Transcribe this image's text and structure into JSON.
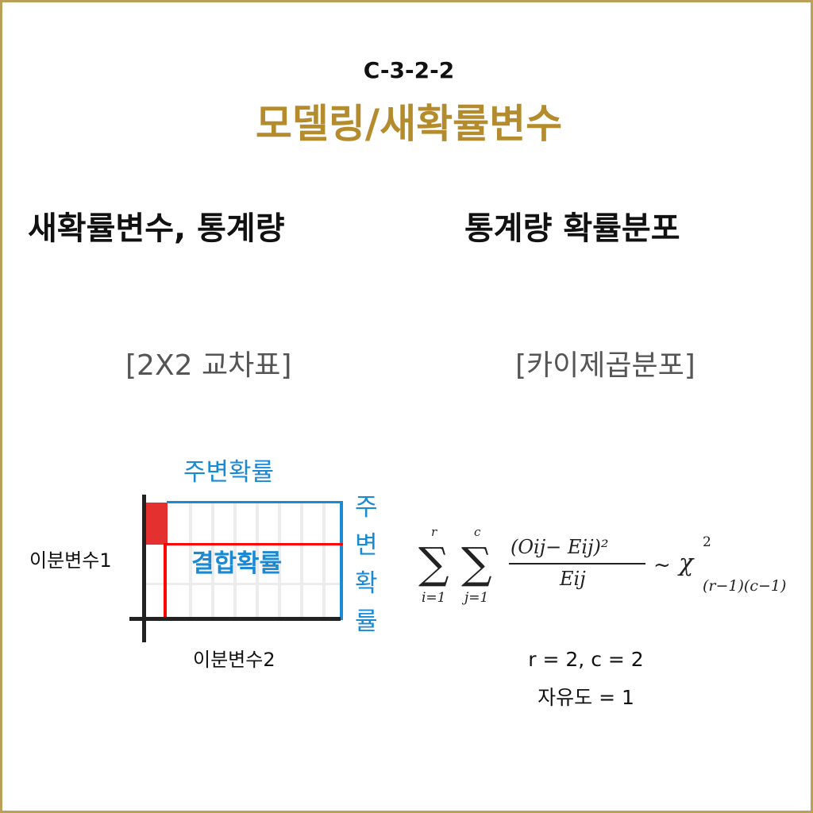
{
  "header": {
    "code": "C-3-2-2",
    "title": "모델링/새확률변수"
  },
  "left": {
    "heading": "새확률변수, 통계량",
    "subtitle": "[2X2 교차표]",
    "diagram": {
      "top_label": "주변확률",
      "right_label": [
        "주",
        "변",
        "확",
        "률"
      ],
      "center_label": "결합확률",
      "y_label": "이분변수1",
      "x_label": "이분변수2"
    }
  },
  "right": {
    "heading": "통계량 확률분포",
    "subtitle": "[카이제곱분포]",
    "formula": {
      "sum1_top": "r",
      "sum1_bottom": "i=1",
      "sum2_top": "c",
      "sum2_bottom": "j=1",
      "numerator": "(Oij− Eij)²",
      "denominator": "Eij",
      "tilde": "~",
      "chi": "χ",
      "chi_sup": "2",
      "chi_sub": "(r−1)(c−1)"
    },
    "params": "r = 2, c = 2",
    "dof": "자유도 = 1"
  },
  "colors": {
    "gold": "#b48c2e",
    "blue": "#1a8ad4",
    "red": "#e53030"
  }
}
